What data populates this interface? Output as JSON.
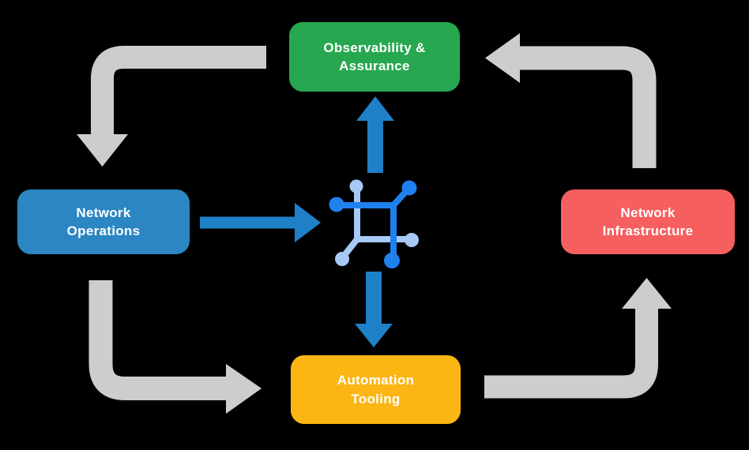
{
  "nodes": {
    "observability": {
      "line1": "Observability &",
      "line2": "Assurance",
      "color": "#27a74f"
    },
    "operations": {
      "line1": "Network",
      "line2": "Operations",
      "color": "#2b86c3"
    },
    "infrastructure": {
      "line1": "Network",
      "line2": "Infrastructure",
      "color": "#f55f5f"
    },
    "automation": {
      "line1": "Automation",
      "line2": "Tooling",
      "color": "#fbb614"
    }
  },
  "icon": {
    "name": "network-hub-icon",
    "dark": "#2080ee",
    "light": "#a7c9f6"
  },
  "colors": {
    "background": "#000000",
    "text": "#ffffff",
    "cycle_arrow": "#cdcdcd",
    "flow_arrow": "#1e81c8"
  },
  "connections": {
    "cycle": [
      {
        "from": "Observability & Assurance",
        "to": "Network Operations"
      },
      {
        "from": "Network Operations",
        "to": "Automation Tooling"
      },
      {
        "from": "Automation Tooling",
        "to": "Network Infrastructure"
      },
      {
        "from": "Network Infrastructure",
        "to": "Observability & Assurance"
      }
    ],
    "flow": [
      {
        "from": "Network Operations",
        "to": "network-hub"
      },
      {
        "from": "network-hub",
        "to": "Observability & Assurance"
      },
      {
        "from": "network-hub",
        "to": "Automation Tooling"
      }
    ]
  }
}
